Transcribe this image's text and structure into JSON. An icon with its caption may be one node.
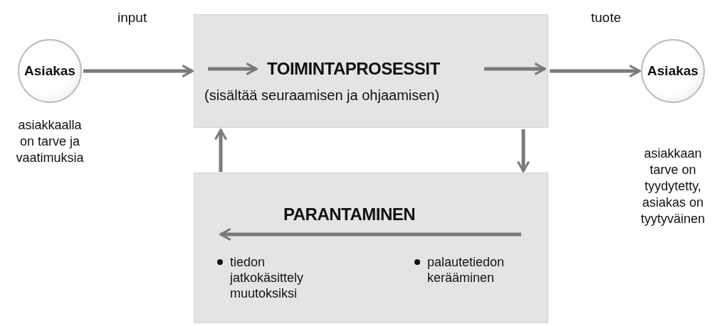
{
  "diagram": {
    "nodes": [
      {
        "text": [
          "Asiakas"
        ],
        "beside": [
          "asiakkaalla on tarve ja vaatimuksia"
        ]
      },
      {
        "text": [
          "TOIMINTAPROSESSIT",
          "(sisältää seuraamisen ja ohjaamisen)"
        ]
      },
      {
        "text": [
          "Asiakas"
        ],
        "beside": [
          "asiakkaan tarve on tyydytetty, asiakas on tyytyväinen"
        ]
      },
      {
        "text": [
          "PARANTAMINEN"
        ]
      },
      {
        "text": [
          "tiedon jatkokäsittely muutoksiksi"
        ],
        "in": 3
      },
      {
        "text": [
          "palautetiedon kerääminen"
        ],
        "in": 3
      }
    ],
    "edges": [
      {
        "from": 0,
        "to": 1,
        "arrow": "to",
        "label": "input"
      },
      {
        "from": 1,
        "to": 2,
        "arrow": "to",
        "label": "tuote"
      },
      {
        "from": 1,
        "to": 3,
        "arrow": "to"
      },
      {
        "from": 3,
        "to": 1,
        "arrow": "to"
      }
    ]
  }
}
